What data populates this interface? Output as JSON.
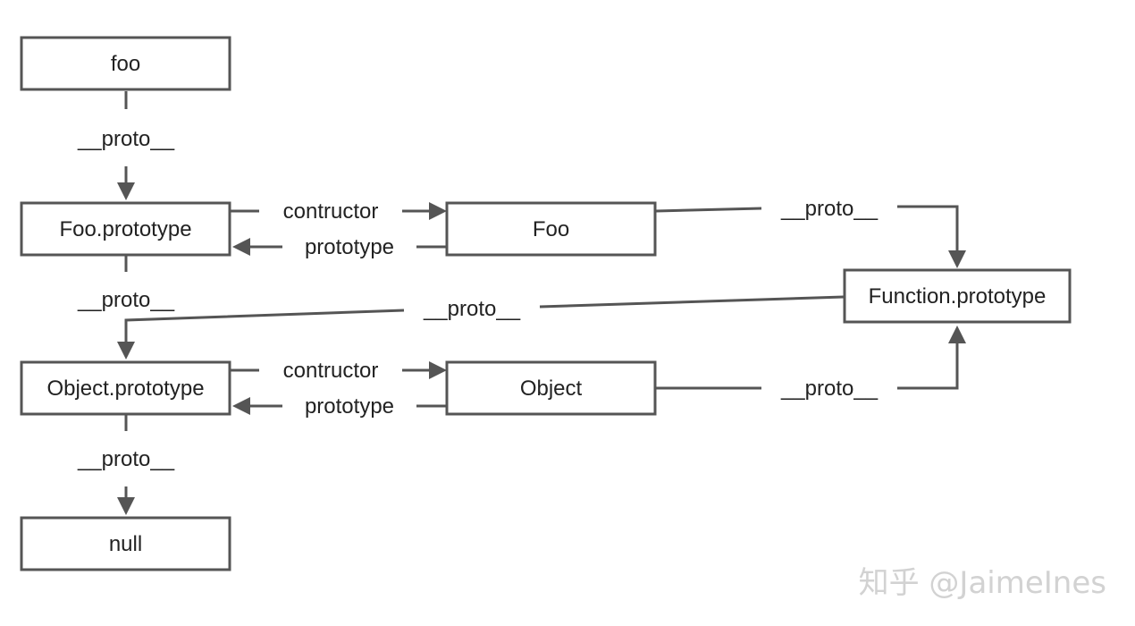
{
  "colors": {
    "stroke": "#555555",
    "text": "#222222",
    "background": "#ffffff",
    "watermark": "#d2d2d2"
  },
  "nodes": {
    "foo": "foo",
    "foo_prototype": "Foo.prototype",
    "foo_ctor": "Foo",
    "function_prototype": "Function.prototype",
    "object_prototype": "Object.prototype",
    "object_ctor": "Object",
    "null_node": "null"
  },
  "edges": {
    "foo_proto": "__proto__",
    "foo_prototype_constructor": "contructor",
    "foo_prototype_link": "prototype",
    "foo_ctor_proto": "__proto__",
    "foo_prototype_proto": "__proto__",
    "function_prototype_proto": "__proto__",
    "object_prototype_constructor": "contructor",
    "object_prototype_link": "prototype",
    "object_ctor_proto": "__proto__",
    "object_prototype_proto": "__proto__"
  },
  "watermark": "知乎 @JaimeInes"
}
